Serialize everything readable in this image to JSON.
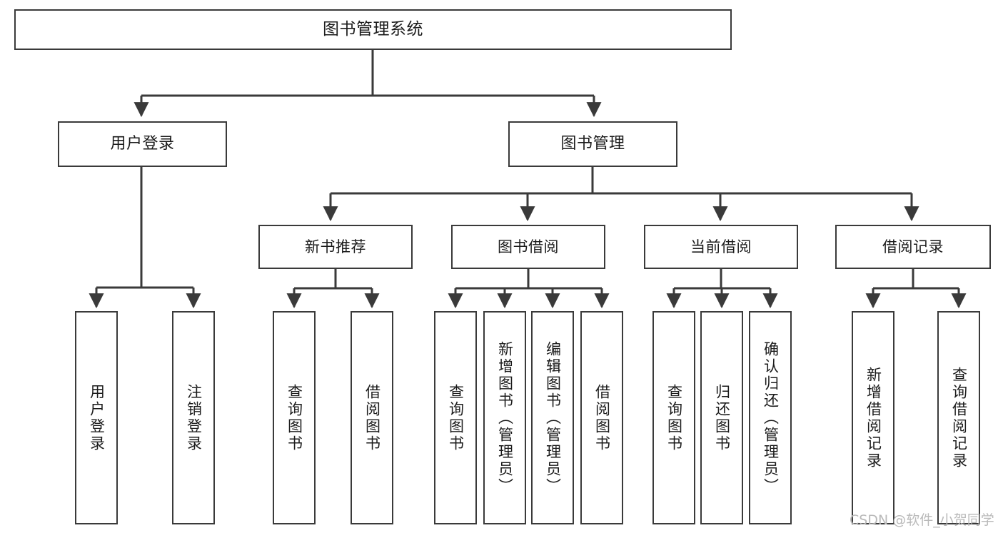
{
  "diagram": {
    "type": "tree",
    "title": "图书管理系统",
    "watermark": "CSDN @软件_小贺同学",
    "colors": {
      "box_border": "#3a3a3a",
      "box_fill": "#ffffff",
      "edge": "#3a3a3a",
      "text": "#1b1b1b",
      "watermark": "#b9b9b9",
      "background": "#ffffff"
    },
    "nodes": {
      "root": {
        "label": "图书管理系统"
      },
      "level2": [
        {
          "id": "user-login",
          "label": "用户登录"
        },
        {
          "id": "book-management",
          "label": "图书管理"
        }
      ],
      "level3": [
        {
          "id": "new-book-recommend",
          "label": "新书推荐"
        },
        {
          "id": "book-borrow",
          "label": "图书借阅"
        },
        {
          "id": "current-borrow",
          "label": "当前借阅"
        },
        {
          "id": "borrow-record",
          "label": "借阅记录"
        }
      ],
      "leaves": {
        "user-login": [
          {
            "id": "leaf-user-login",
            "label": "用户登录"
          },
          {
            "id": "leaf-logout-login",
            "label": "注销登录"
          }
        ],
        "new-book-recommend": [
          {
            "id": "leaf-query-book-1",
            "label": "查询图书"
          },
          {
            "id": "leaf-borrow-book-1",
            "label": "借阅图书"
          }
        ],
        "book-borrow": [
          {
            "id": "leaf-query-book-2",
            "label": "查询图书"
          },
          {
            "id": "leaf-add-book",
            "label": "新增图书（管理员）"
          },
          {
            "id": "leaf-edit-book",
            "label": "编辑图书（管理员）"
          },
          {
            "id": "leaf-borrow-book-2",
            "label": "借阅图书"
          }
        ],
        "current-borrow": [
          {
            "id": "leaf-query-book-3",
            "label": "查询图书"
          },
          {
            "id": "leaf-return-book",
            "label": "归还图书"
          },
          {
            "id": "leaf-confirm-return",
            "label": "确认归还（管理员）"
          }
        ],
        "borrow-record": [
          {
            "id": "leaf-add-record",
            "label": "新增借阅记录"
          },
          {
            "id": "leaf-query-record",
            "label": "查询借阅记录"
          }
        ]
      }
    }
  }
}
